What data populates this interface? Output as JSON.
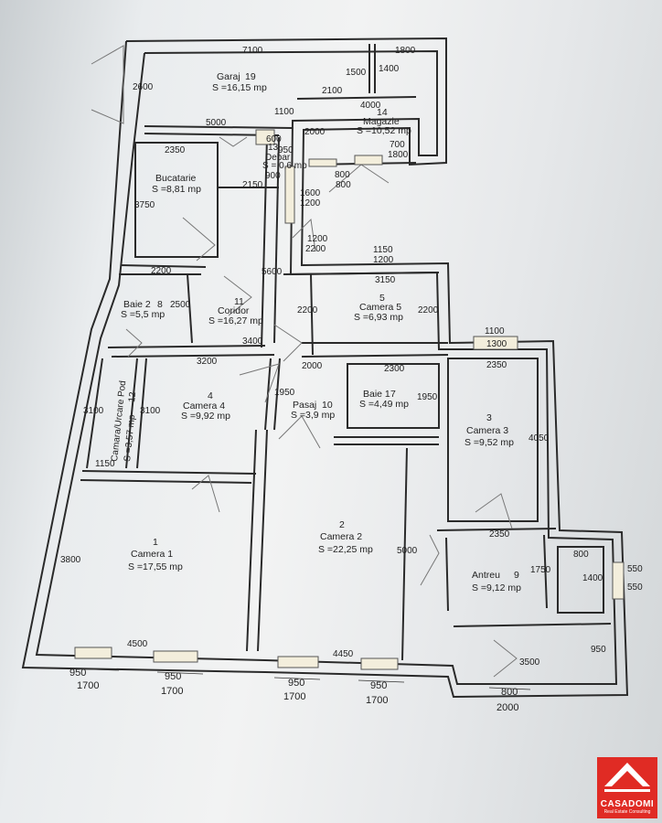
{
  "rooms": [
    {
      "name": "Garaj",
      "num": "19",
      "area": "S =16,15 mp"
    },
    {
      "name": "Magazie",
      "num": "14",
      "area": "S =10,52 mp"
    },
    {
      "name": "Debar",
      "num": "13",
      "area": "S = 0,6 mp"
    },
    {
      "name": "Bucatarie",
      "num": "",
      "area": "S =8,81 mp"
    },
    {
      "name": "Coridor",
      "num": "11",
      "area": "S =16,27 mp"
    },
    {
      "name": "Baie 2",
      "num": "8",
      "area": "S =5,5 mp"
    },
    {
      "name": "Camera 5",
      "num": "5",
      "area": "S =6,93 mp"
    },
    {
      "name": "Camera 4",
      "num": "4",
      "area": "S =9,92 mp"
    },
    {
      "name": "Camara/Urcare Pod",
      "num": "12",
      "area": "S =3,57 mp"
    },
    {
      "name": "Pasaj",
      "num": "10",
      "area": "S =3,9 mp"
    },
    {
      "name": "Baie 1",
      "num": "7",
      "area": "S =4,49 mp"
    },
    {
      "name": "Camera 3",
      "num": "3",
      "area": "S =9,52 mp"
    },
    {
      "name": "Camera 1",
      "num": "1",
      "area": "S =17,55 mp"
    },
    {
      "name": "Camera 2",
      "num": "2",
      "area": "S =22,25 mp"
    },
    {
      "name": "Antreu",
      "num": "9",
      "area": "S =9,12 mp"
    }
  ],
  "dimensions": {
    "d7100": "7100",
    "d1800top": "1800",
    "d2600": "2600",
    "d1500": "1500",
    "d1400top": "1400",
    "d2100a": "2100",
    "d1100a": "1100",
    "d4000": "4000",
    "d5000": "5000",
    "d2000a": "2000",
    "d600": "600",
    "d950a": "950",
    "d900": "900",
    "d700": "700",
    "d1800b": "1800",
    "d800a": "800",
    "d800b": "800",
    "d2350a": "2350",
    "d3750": "3750",
    "d2150": "2150",
    "d1600": "1600",
    "d1200a": "1200",
    "d1200b": "1200",
    "d2200a": "2200",
    "d1150a": "1150",
    "d1200c": "1200",
    "d5600": "5600",
    "d3150": "3150",
    "d2200b": "2200",
    "d2500": "2500",
    "d2200c": "2200",
    "d2200d": "2200",
    "d3400": "3400",
    "d1100b": "1100",
    "d1300": "1300",
    "d3200": "3200",
    "d2000b": "2000",
    "d2300": "2300",
    "d2350b": "2350",
    "d1950a": "1950",
    "d1950b": "1950",
    "d3100a": "3100",
    "d3100b": "3100",
    "d4050": "4050",
    "d1150b": "1150",
    "d3800": "3800",
    "d5000b": "5000",
    "d2350c": "2350",
    "d800c": "800",
    "d1750": "1750",
    "d1400b": "1400",
    "d550a": "550",
    "d550b": "550",
    "d950b": "950",
    "d4500": "4500",
    "d4450": "4450",
    "d3500": "3500"
  },
  "bottom_dims": [
    {
      "top": "950",
      "bottom": "1700"
    },
    {
      "top": "950",
      "bottom": "1700"
    },
    {
      "top": "950",
      "bottom": "1700"
    },
    {
      "top": "950",
      "bottom": "1700"
    },
    {
      "top": "800",
      "bottom": "2000"
    }
  ],
  "logo": {
    "brand": "CASADOMI",
    "tagline": "Real Estate Consulting",
    "color": "#e02b24"
  }
}
